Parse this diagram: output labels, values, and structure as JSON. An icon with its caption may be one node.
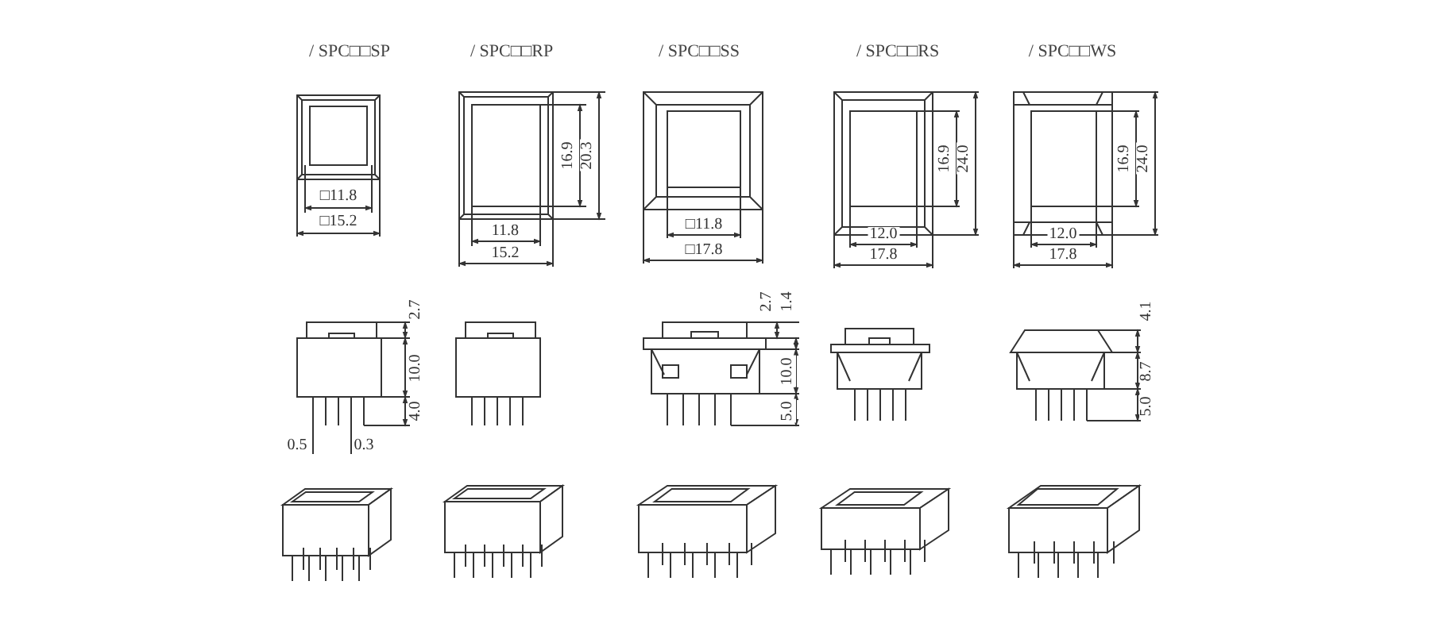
{
  "diagram": {
    "labels": [
      "/ SPC□□SP",
      "/ SPC□□RP",
      "/ SPC□□SS",
      "/ SPC□□RS",
      "/ SPC□□WS",
      "□11.8",
      "□15.2",
      "16.9",
      "20.3",
      "11.8",
      "15.2",
      "□11.8",
      "□17.8",
      "16.9",
      "24.0",
      "12.0",
      "17.8",
      "16.9",
      "24.0",
      "12.0",
      "17.8",
      "2.7",
      "10.0",
      "4.0",
      "0.5",
      "0.3",
      "2.7",
      "1.4",
      "10.0",
      "5.0",
      "4.1",
      "8.7",
      "5.0"
    ]
  }
}
